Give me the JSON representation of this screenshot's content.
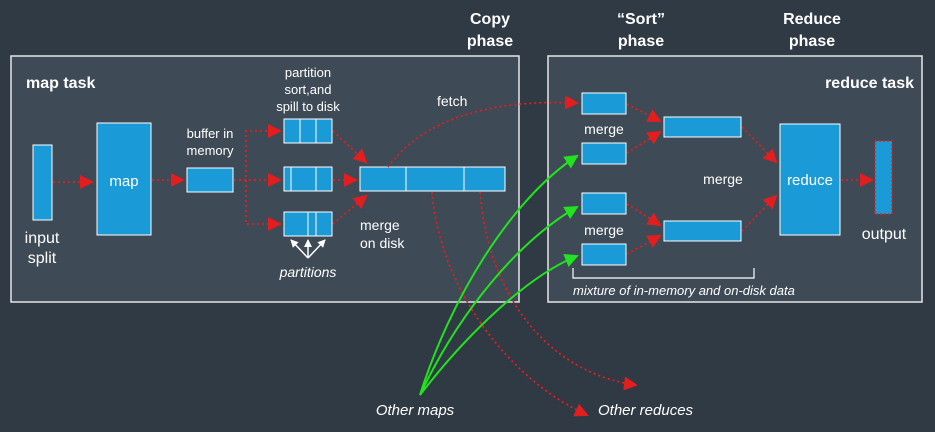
{
  "colors": {
    "background": "#2f3a44",
    "panel": "#3e4a55",
    "panel_border": "#e6e6e6",
    "box_fill": "#1a9bd7",
    "box_stroke": "#ffffff",
    "red_arrow": "#e41e1e",
    "green_arrow": "#22e31f"
  },
  "phases": {
    "copy": [
      "Copy",
      "phase"
    ],
    "sort": [
      "“Sort”",
      "phase"
    ],
    "reduce": [
      "Reduce",
      "phase"
    ]
  },
  "map_task": {
    "title": "map task",
    "input_split": [
      "input",
      "split"
    ],
    "map_label": "map",
    "buffer": [
      "buffer in",
      "memory"
    ],
    "partition_spill": [
      "partition",
      "sort,and",
      "spill to disk"
    ],
    "partitions": "partitions",
    "merge_on_disk": [
      "merge",
      "on disk"
    ],
    "fetch": "fetch"
  },
  "reduce_task": {
    "title": "reduce task",
    "merge_top": "merge",
    "merge_middle": "merge",
    "merge_bottom": "merge",
    "reduce_label": "reduce",
    "output": "output",
    "mixture": "mixture of in-memory and on-disk data"
  },
  "external": {
    "other_maps": "Other maps",
    "other_reduces": "Other reduces"
  }
}
